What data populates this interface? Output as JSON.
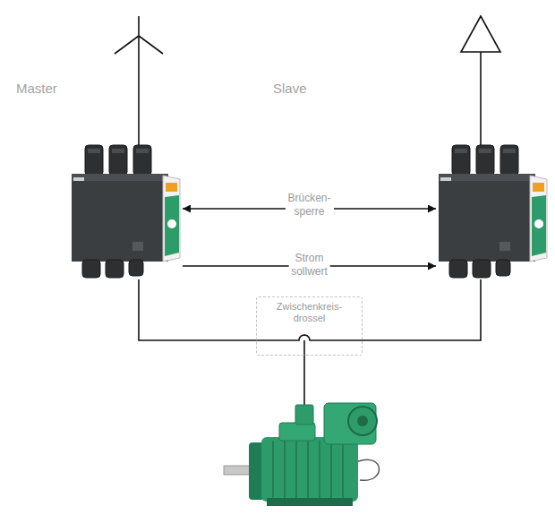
{
  "diagram": {
    "nodes": [
      {
        "text": [
          "Master"
        ]
      },
      {
        "text": [
          "Slave"
        ]
      },
      {
        "text": [
          "Zwischenkreis- drossel"
        ]
      }
    ],
    "edges": [
      {
        "from": 0,
        "to": 1,
        "arrow": "both",
        "label": "Brücken- sperre"
      },
      {
        "from": 0,
        "to": 1,
        "arrow": "to",
        "label": "Strom sollwert"
      },
      {
        "from": 0,
        "to": 1,
        "arrow": "none"
      }
    ]
  }
}
